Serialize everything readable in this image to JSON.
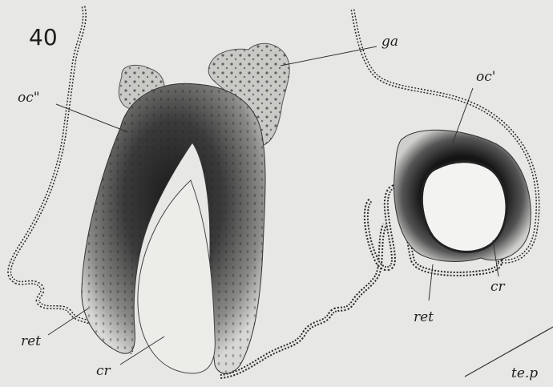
{
  "figure": {
    "number": "40",
    "labels": {
      "ga": "ga",
      "oc_double_prime": "oc\"",
      "oc_prime": "oc'",
      "ret_left": "ret",
      "cr_left": "cr",
      "ret_right": "ret",
      "cr_right": "cr",
      "te_p": "te.p"
    }
  },
  "colors": {
    "paper": "#e7e7e5",
    "ink": "#1d1d1d",
    "ganglion_fill": "#c9c9c5"
  }
}
